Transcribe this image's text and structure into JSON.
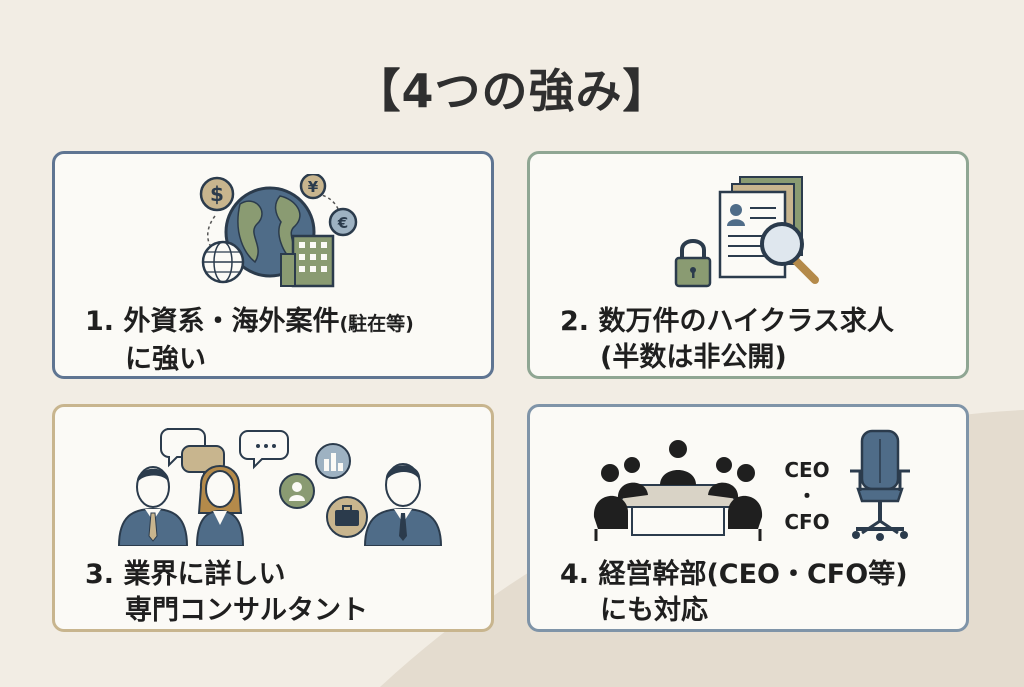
{
  "title": "【4つの強み】",
  "cards": [
    {
      "line1_main": "1. 外資系・海外案件",
      "line1_small": "(駐在等)",
      "line2": "に強い",
      "icons": [
        "dollar-coin-icon",
        "yen-coin-icon",
        "euro-coin-icon",
        "globe-icon",
        "wireframe-globe-icon",
        "office-building-icon"
      ],
      "dollar": "$",
      "yen": "¥",
      "euro": "€"
    },
    {
      "line1": "2. 数万件のハイクラス求人",
      "line2": "(半数は非公開)",
      "icons": [
        "document-stack-icon",
        "resume-icon",
        "magnifier-icon",
        "padlock-icon"
      ]
    },
    {
      "line1": "3. 業界に詳しい",
      "line2": "専門コンサルタント",
      "icons": [
        "businessman-icon",
        "businesswoman-icon",
        "consultant-icon",
        "speech-bubble-icon",
        "briefcase-icon",
        "industry-icon"
      ]
    },
    {
      "line1": "4. 経営幹部(CEO・CFO等)",
      "line2": "にも対応",
      "exec_top": "CEO",
      "exec_dot": "・",
      "exec_bottom": "CFO",
      "icons": [
        "meeting-table-icon",
        "executive-chair-icon"
      ]
    }
  ]
}
